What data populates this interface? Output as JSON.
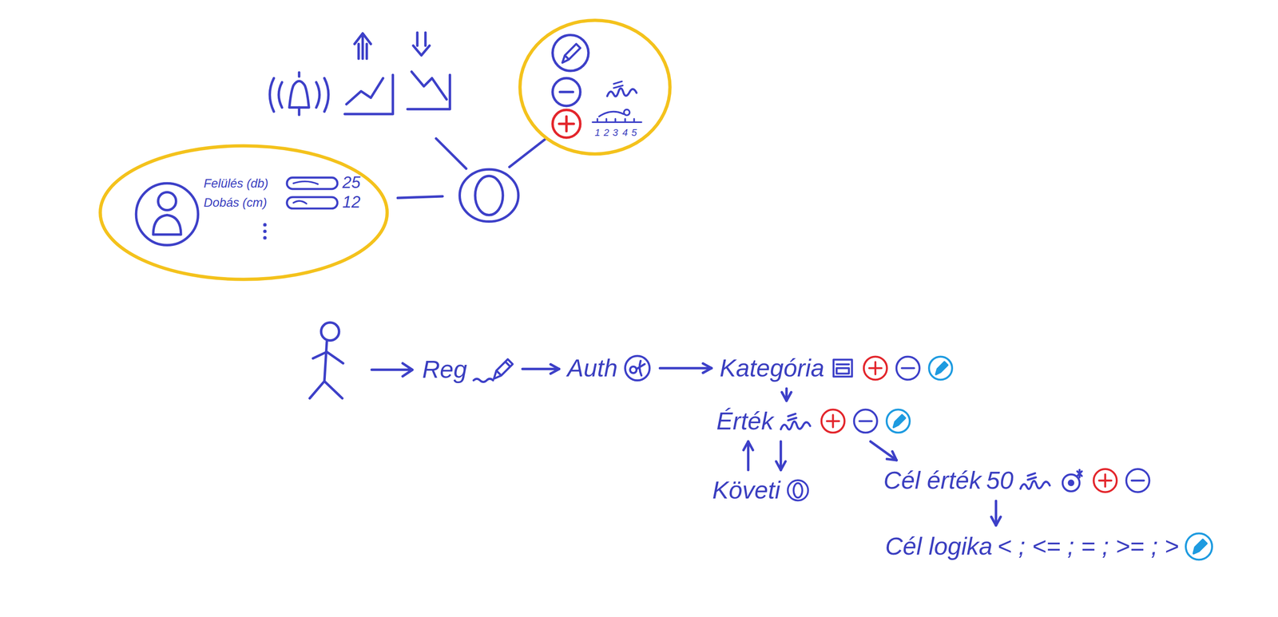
{
  "diagram": {
    "nodes": [
      {
        "text": [
          "Felülés (db)",
          "25",
          "Dobás (cm)",
          "12"
        ]
      },
      {
        "text": [
          "1",
          "2",
          "3",
          "4",
          "5"
        ]
      },
      {
        "text": [
          "Reg"
        ]
      },
      {
        "text": [
          "Auth"
        ]
      },
      {
        "text": [
          "Kategória"
        ]
      },
      {
        "text": [
          "Érték"
        ]
      },
      {
        "text": [
          "Követi"
        ]
      },
      {
        "text": [
          "Cél érték",
          "50"
        ]
      },
      {
        "text": [
          "Cél logika",
          "< ; <= ; = ; >= ; >"
        ]
      }
    ],
    "edges": [
      {
        "from": 2,
        "to": 3,
        "arrow": "to"
      },
      {
        "from": 3,
        "to": 4,
        "arrow": "to"
      },
      {
        "from": 4,
        "to": 5,
        "arrow": "to"
      },
      {
        "from": 5,
        "to": 6,
        "arrow": "to"
      },
      {
        "from": 6,
        "to": 5,
        "arrow": "to"
      },
      {
        "from": 5,
        "to": 7,
        "arrow": "to"
      },
      {
        "from": 7,
        "to": 8,
        "arrow": "to"
      }
    ]
  }
}
